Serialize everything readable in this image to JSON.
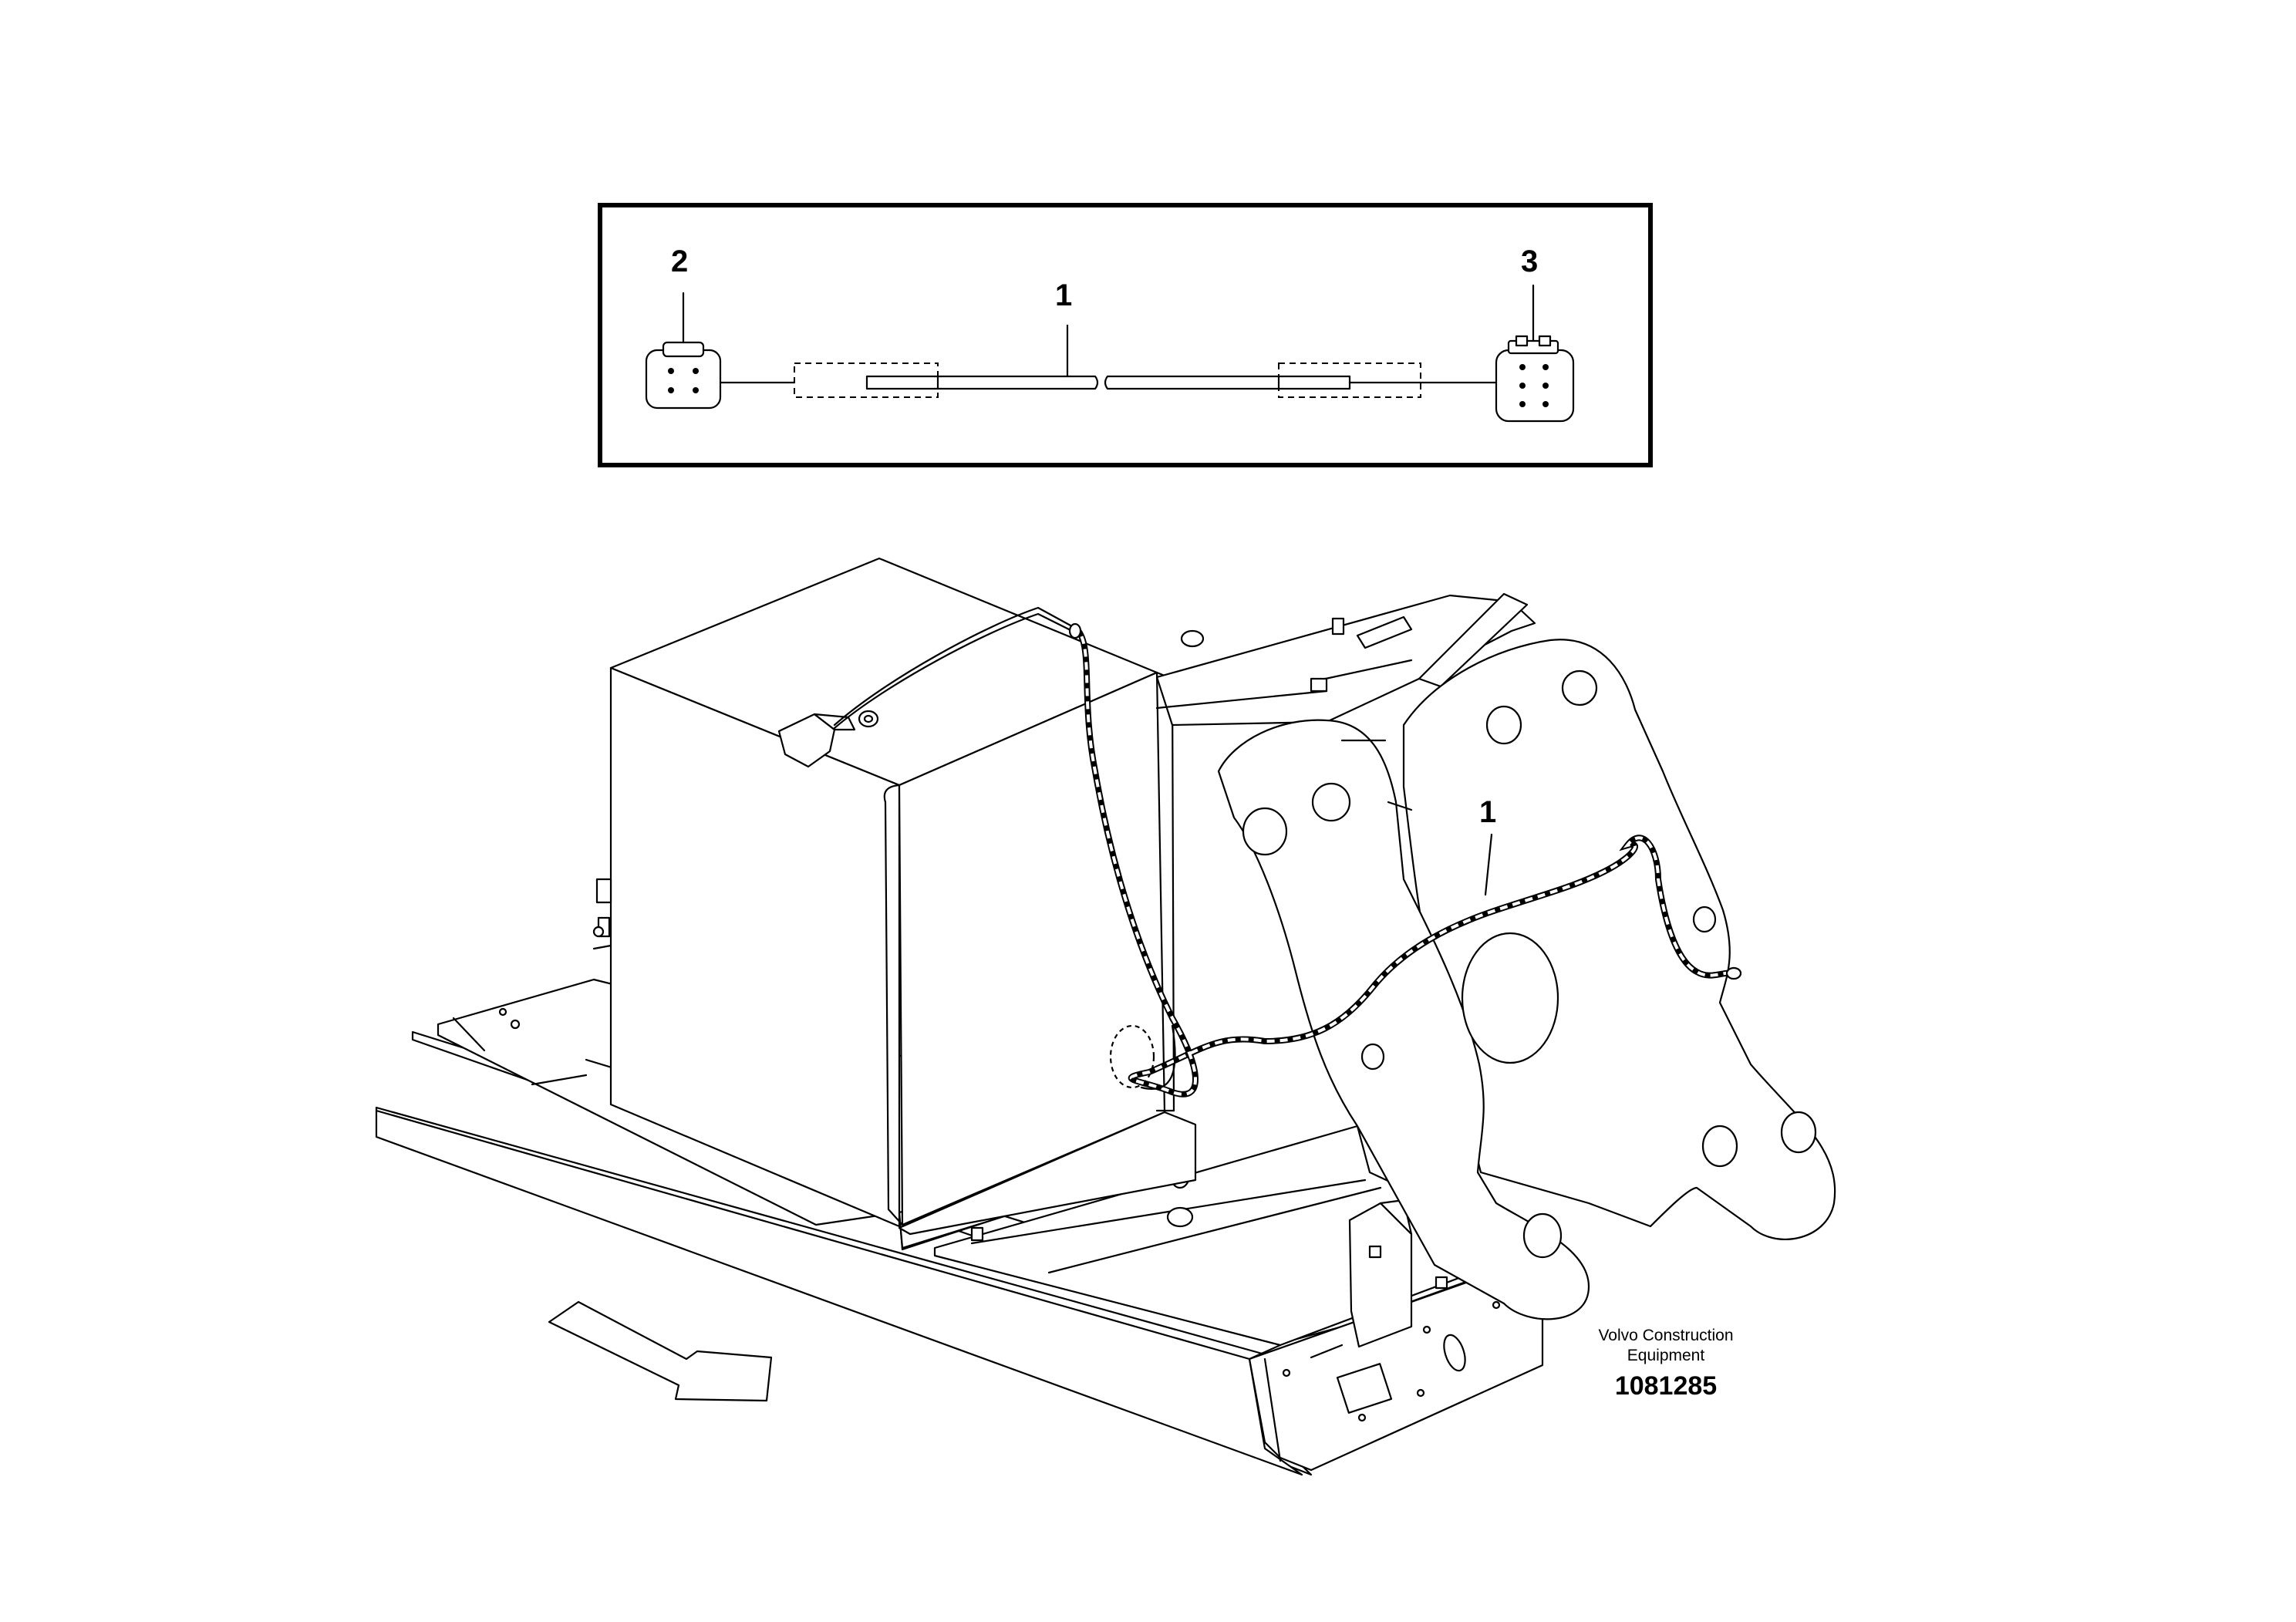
{
  "callouts": {
    "detail_cable": "1",
    "detail_connector_left": "2",
    "detail_connector_right": "3",
    "main_cable": "1"
  },
  "caption": {
    "line1": "Volvo Construction",
    "line2": "Equipment",
    "number": "1081285"
  }
}
